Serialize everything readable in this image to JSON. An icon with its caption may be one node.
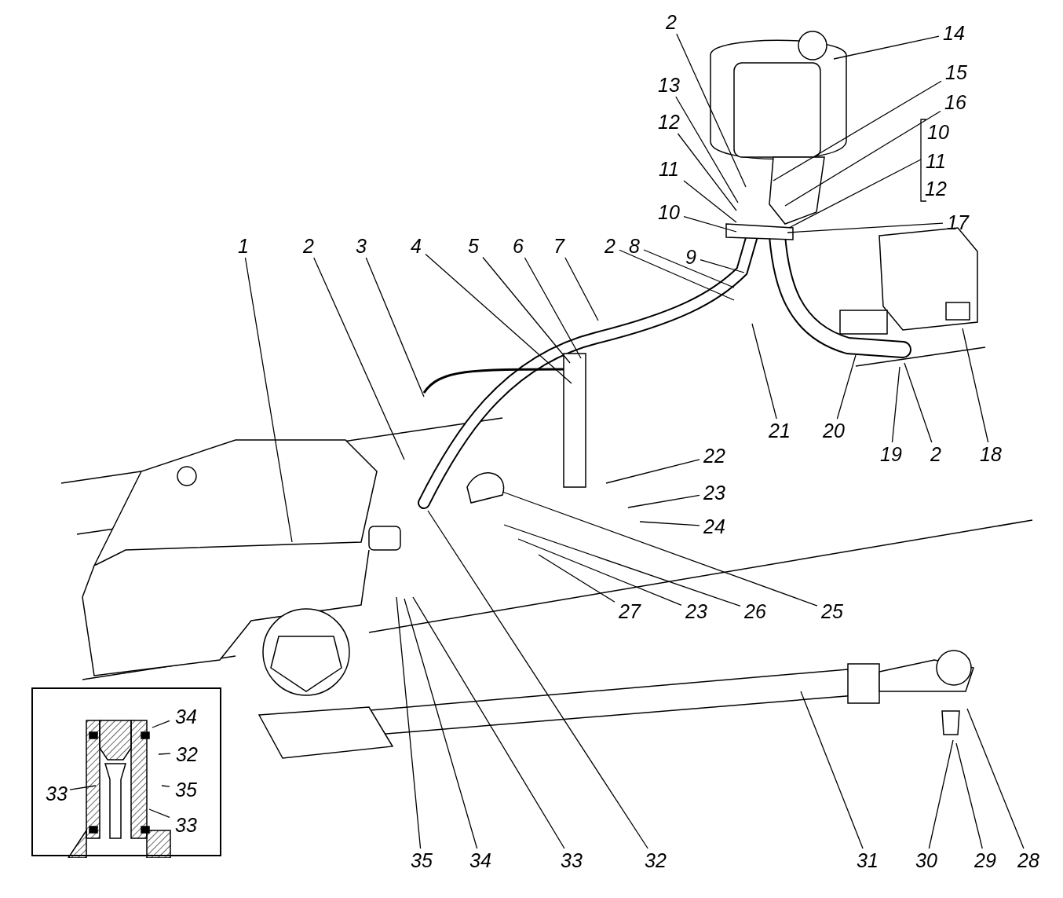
{
  "diagram": {
    "nodes": [
      {
        "text": [
          "2"
        ]
      },
      {
        "text": [
          "14"
        ]
      },
      {
        "text": [
          "13"
        ]
      },
      {
        "text": [
          "15"
        ]
      },
      {
        "text": [
          "12"
        ]
      },
      {
        "text": [
          "16"
        ]
      },
      {
        "text": [
          "10"
        ]
      },
      {
        "text": [
          "11"
        ]
      },
      {
        "text": [
          "12"
        ]
      },
      {
        "text": [
          "11"
        ]
      },
      {
        "text": [
          "10"
        ]
      },
      {
        "text": [
          "17"
        ]
      },
      {
        "text": [
          "1"
        ]
      },
      {
        "text": [
          "2"
        ]
      },
      {
        "text": [
          "3"
        ]
      },
      {
        "text": [
          "4"
        ]
      },
      {
        "text": [
          "5"
        ]
      },
      {
        "text": [
          "6"
        ]
      },
      {
        "text": [
          "7"
        ]
      },
      {
        "text": [
          "2"
        ]
      },
      {
        "text": [
          "8"
        ]
      },
      {
        "text": [
          "9"
        ]
      },
      {
        "text": [
          "22"
        ]
      },
      {
        "text": [
          "21"
        ]
      },
      {
        "text": [
          "20"
        ]
      },
      {
        "text": [
          "19"
        ]
      },
      {
        "text": [
          "2"
        ]
      },
      {
        "text": [
          "18"
        ]
      },
      {
        "text": [
          "23"
        ]
      },
      {
        "text": [
          "24"
        ]
      },
      {
        "text": [
          "27"
        ]
      },
      {
        "text": [
          "23"
        ]
      },
      {
        "text": [
          "26"
        ]
      },
      {
        "text": [
          "25"
        ]
      },
      {
        "text": [],
        "shape": "box"
      },
      {
        "text": [
          "34"
        ],
        "in": 34
      },
      {
        "text": [
          "32"
        ],
        "in": 34
      },
      {
        "text": [
          "33"
        ],
        "in": 34
      },
      {
        "text": [
          "35"
        ],
        "in": 34
      },
      {
        "text": [
          "33"
        ],
        "in": 34
      },
      {
        "text": [
          "35"
        ]
      },
      {
        "text": [
          "34"
        ]
      },
      {
        "text": [
          "33"
        ]
      },
      {
        "text": [
          "32"
        ]
      },
      {
        "text": [
          "31"
        ]
      },
      {
        "text": [
          "30"
        ]
      },
      {
        "text": [
          "29"
        ]
      },
      {
        "text": [
          "28"
        ]
      }
    ],
    "edges": [
      {
        "from": 0,
        "to": null,
        "arrow": "none"
      },
      {
        "from": 1,
        "to": null,
        "arrow": "none"
      },
      {
        "from": 2,
        "to": null,
        "arrow": "none"
      },
      {
        "from": 3,
        "to": null,
        "arrow": "none"
      },
      {
        "from": 4,
        "to": null,
        "arrow": "none"
      },
      {
        "from": 5,
        "to": null,
        "arrow": "none"
      },
      {
        "from": 6,
        "to": null,
        "arrow": "none"
      },
      {
        "from": 7,
        "to": null,
        "arrow": "none"
      },
      {
        "from": 8,
        "to": null,
        "arrow": "none"
      },
      {
        "from": 9,
        "to": null,
        "arrow": "none"
      },
      {
        "from": 10,
        "to": null,
        "arrow": "none"
      },
      {
        "from": 11,
        "to": null,
        "arrow": "none"
      },
      {
        "from": 12,
        "to": null,
        "arrow": "none"
      },
      {
        "from": 13,
        "to": null,
        "arrow": "none"
      },
      {
        "from": 14,
        "to": null,
        "arrow": "none"
      },
      {
        "from": 15,
        "to": null,
        "arrow": "none"
      },
      {
        "from": 16,
        "to": null,
        "arrow": "none"
      },
      {
        "from": 17,
        "to": null,
        "arrow": "none"
      },
      {
        "from": 18,
        "to": null,
        "arrow": "none"
      },
      {
        "from": 19,
        "to": null,
        "arrow": "none"
      },
      {
        "from": 20,
        "to": null,
        "arrow": "none"
      },
      {
        "from": 21,
        "to": null,
        "arrow": "none"
      },
      {
        "from": 22,
        "to": null,
        "arrow": "none"
      },
      {
        "from": 23,
        "to": null,
        "arrow": "none"
      },
      {
        "from": 24,
        "to": null,
        "arrow": "none"
      },
      {
        "from": 25,
        "to": null,
        "arrow": "none"
      },
      {
        "from": 26,
        "to": null,
        "arrow": "none"
      },
      {
        "from": 27,
        "to": null,
        "arrow": "none"
      },
      {
        "from": 28,
        "to": null,
        "arrow": "none"
      },
      {
        "from": 29,
        "to": null,
        "arrow": "none"
      },
      {
        "from": 30,
        "to": null,
        "arrow": "none"
      },
      {
        "from": 31,
        "to": null,
        "arrow": "none"
      },
      {
        "from": 32,
        "to": null,
        "arrow": "none"
      },
      {
        "from": 33,
        "to": null,
        "arrow": "none"
      },
      {
        "from": 35,
        "to": null,
        "arrow": "none"
      },
      {
        "from": 36,
        "to": null,
        "arrow": "none"
      },
      {
        "from": 37,
        "to": null,
        "arrow": "none"
      },
      {
        "from": 38,
        "to": null,
        "arrow": "none"
      },
      {
        "from": 39,
        "to": null,
        "arrow": "none"
      },
      {
        "from": 40,
        "to": null,
        "arrow": "none"
      },
      {
        "from": 41,
        "to": null,
        "arrow": "none"
      },
      {
        "from": 42,
        "to": null,
        "arrow": "none"
      },
      {
        "from": 43,
        "to": null,
        "arrow": "none"
      },
      {
        "from": 44,
        "to": null,
        "arrow": "none"
      },
      {
        "from": 45,
        "to": null,
        "arrow": "none"
      },
      {
        "from": 46,
        "to": null,
        "arrow": "none"
      },
      {
        "from": 47,
        "to": null,
        "arrow": "none"
      }
    ]
  }
}
